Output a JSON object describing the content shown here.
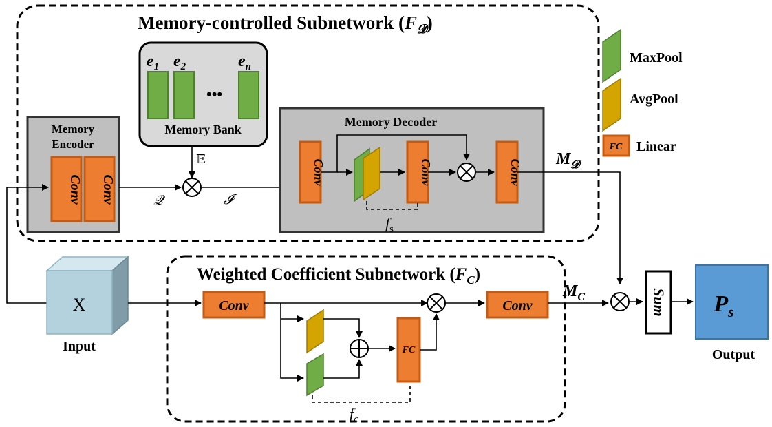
{
  "memory_subnetwork": {
    "title": "Memory-controlled Subnetwork (",
    "symbol": "F",
    "sub": "𝓓",
    "close": ")"
  },
  "weighted_subnetwork": {
    "title": "Weighted Coefficient Subnetwork (",
    "symbol": "F",
    "sub": "C",
    "close": ")"
  },
  "memory_encoder": {
    "title_line1": "Memory",
    "title_line2": "Encoder",
    "conv1": "Conv",
    "conv2": "Conv"
  },
  "memory_bank": {
    "label": "Memory Bank",
    "e1": "e",
    "e1_sub": "1",
    "e2": "e",
    "e2_sub": "2",
    "en": "e",
    "en_sub": "n",
    "ellipsis": "•••"
  },
  "memory_decoder": {
    "title": "Memory Decoder",
    "conv1": "Conv",
    "conv2": "Conv",
    "conv3": "Conv",
    "fs": "f",
    "fs_sub": "s"
  },
  "symbols": {
    "E": "𝔼",
    "Q": "𝒬",
    "I": "𝓘",
    "otimes": "⊗",
    "oplus": "⊕"
  },
  "outputs": {
    "MD": "M",
    "MD_sub": "𝓓",
    "MC": "M",
    "MC_sub": "C"
  },
  "input": {
    "cube_label": "X",
    "caption": "Input"
  },
  "wcs": {
    "conv1": "Conv",
    "conv2": "Conv",
    "fc": "FC",
    "fc_sub_label": "f",
    "fc_sub": "c"
  },
  "sum": {
    "label": "Sum"
  },
  "output": {
    "label": "P",
    "label_sub": "s",
    "caption": "Output"
  },
  "legend": {
    "maxpool": "MaxPool",
    "avgpool": "AvgPool",
    "linear": "Linear",
    "fc_icon": "FC"
  },
  "colors": {
    "conv_orange": "#ED7D31",
    "conv_border": "#C55A11",
    "bank_green": "#70AD47",
    "avg_gold": "#D4A500",
    "output_blue": "#5B9BD5",
    "cube_front": "#B4D2DE",
    "gray_box": "#BFBFBF"
  }
}
